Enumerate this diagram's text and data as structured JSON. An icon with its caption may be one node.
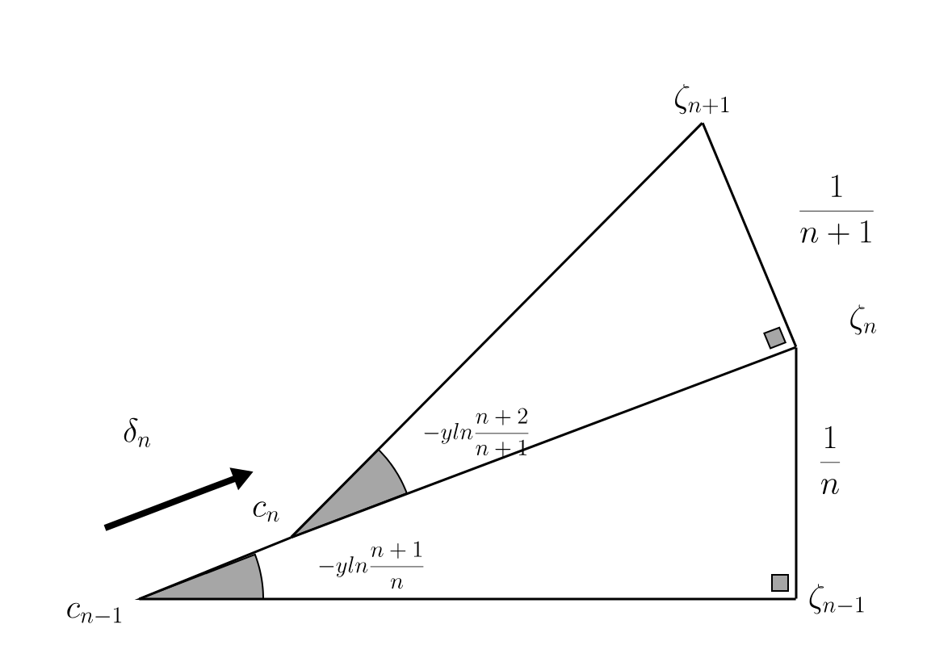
{
  "diagram": {
    "nodes": [
      {
        "text": [
          "\\zeta_{n+1}"
        ]
      },
      {
        "text": [
          "\\zeta_n"
        ]
      },
      {
        "text": [
          "c_n"
        ]
      },
      {
        "text": [
          "c_{n-1}"
        ]
      },
      {
        "text": [
          "\\zeta_{n-1}"
        ]
      }
    ],
    "edges": [
      {
        "from": 3,
        "to": 4,
        "arrow": "none"
      },
      {
        "from": 4,
        "to": 1,
        "arrow": "none",
        "label": "\\frac{1}{n}"
      },
      {
        "from": 3,
        "to": 2,
        "arrow": "none"
      },
      {
        "from": 2,
        "to": 1,
        "arrow": "none"
      },
      {
        "from": 2,
        "to": 0,
        "arrow": "none"
      },
      {
        "from": 0,
        "to": 1,
        "arrow": "none",
        "label": "\\frac{1}{n+1}"
      }
    ],
    "labels": [
      "\\delta_n",
      "-yln\\frac{n+2}{n+1}",
      "-yln\\frac{n+1}{n}"
    ]
  }
}
